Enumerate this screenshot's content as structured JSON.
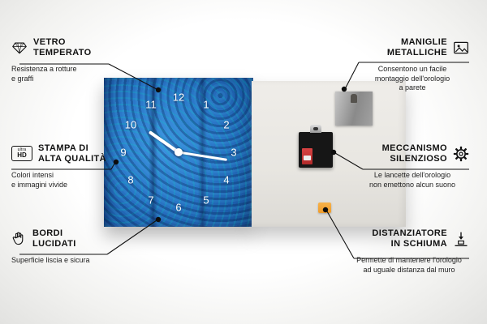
{
  "clock": {
    "numbers": [
      "12",
      "1",
      "2",
      "3",
      "4",
      "5",
      "6",
      "7",
      "8",
      "9",
      "10",
      "11"
    ]
  },
  "colors": {
    "clock_blue": "#2a77c8",
    "back_panel": "#e8e6e1",
    "foam_orange": "#f2a63b",
    "battery_red": "#b02a2a",
    "line_black": "#111111"
  },
  "callouts": {
    "left": [
      {
        "icon": "diamond-icon",
        "title": "VETRO\nTEMPERATO",
        "desc": "Resistenza a rotture\ne graffi"
      },
      {
        "icon": "ultra-hd-badge-icon",
        "icon_label_top": "ultra",
        "icon_label_bottom": "HD",
        "title": "STAMPA DI\nALTA QUALITÀ",
        "desc": "Colori intensi\ne immagini vivide"
      },
      {
        "icon": "polished-edges-hand-icon",
        "title": "BORDI\nLUCIDATI",
        "desc": "Superficie liscia e sicura"
      }
    ],
    "right": [
      {
        "icon": "picture-frame-icon",
        "title": "MANIGLIE\nMETALLICHE",
        "desc": "Consentono un facile\nmontaggio dell'orologio\na parete"
      },
      {
        "icon": "gear-icon",
        "title": "MECCANISMO\nSILENZIOSO",
        "desc": "Le lancette dell'orologio\nnon emettono alcun suono"
      },
      {
        "icon": "spacer-icon",
        "title": "DISTANZIATORE\nIN SCHIUMA",
        "desc": "Permette di mantenere l'orologio\nad uguale distanza dal muro"
      }
    ]
  }
}
